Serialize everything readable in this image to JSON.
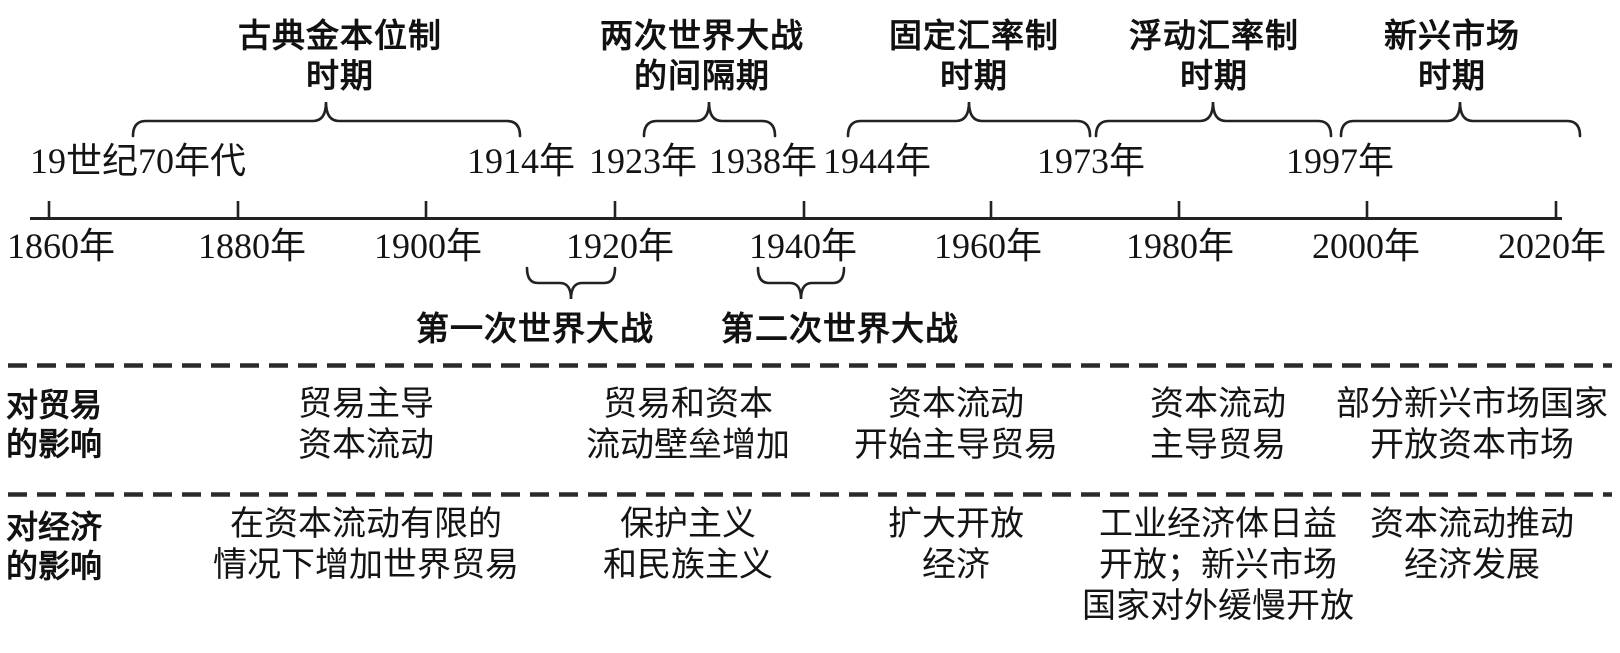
{
  "diagram": {
    "periods": [
      {
        "title": [
          "古典金本位制",
          "时期"
        ]
      },
      {
        "title": [
          "两次世界大战",
          "的间隔期"
        ]
      },
      {
        "title": [
          "固定汇率制",
          "时期"
        ]
      },
      {
        "title": [
          "浮动汇率制",
          "时期"
        ]
      },
      {
        "title": [
          "新兴市场",
          "时期"
        ]
      }
    ],
    "boundary_years": [
      "19世纪70年代",
      "1914年",
      "1923年",
      "1938年",
      "1944年",
      "1973年",
      "1997年"
    ],
    "axis_ticks": [
      "1860年",
      "1880年",
      "1900年",
      "1920年",
      "1940年",
      "1960年",
      "1980年",
      "2000年",
      "2020年"
    ],
    "wars": [
      "第一次世界大战",
      "第二次世界大战"
    ],
    "rows": [
      {
        "label": [
          "对贸易",
          "的影响"
        ],
        "cells": [
          [
            "贸易主导",
            "资本流动"
          ],
          [
            "贸易和资本",
            "流动壁垒增加"
          ],
          [
            "资本流动",
            "开始主导贸易"
          ],
          [
            "资本流动",
            "主导贸易"
          ],
          [
            "部分新兴市场国家",
            "开放资本市场"
          ]
        ]
      },
      {
        "label": [
          "对经济",
          "的影响"
        ],
        "cells": [
          [
            "在资本流动有限的",
            "情况下增加世界贸易"
          ],
          [
            "保护主义",
            "和民族主义"
          ],
          [
            "扩大开放",
            "经济"
          ],
          [
            "工业经济体日益",
            "开放；新兴市场",
            "国家对外缓慢开放"
          ],
          [
            "资本流动推动",
            "经济发展"
          ]
        ]
      }
    ],
    "colors": {
      "ink": "#1a1a1a",
      "stroke": "#222222",
      "dash": "#2b2b2b"
    }
  }
}
